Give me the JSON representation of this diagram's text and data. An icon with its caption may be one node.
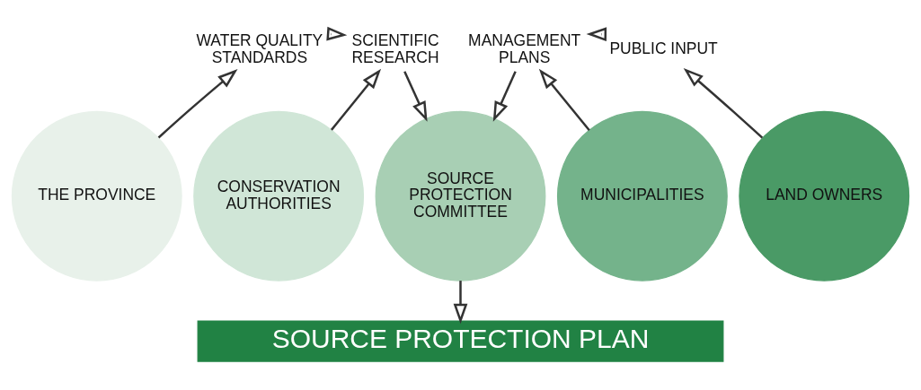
{
  "diagram": {
    "nodes": [
      {
        "text": [
          "WATER QUALITY STANDARDS"
        ]
      },
      {
        "text": [
          "SCIENTIFIC RESEARCH"
        ]
      },
      {
        "text": [
          "MANAGEMENT PLANS"
        ]
      },
      {
        "text": [
          "PUBLIC INPUT"
        ]
      },
      {
        "text": [
          "THE PROVINCE"
        ]
      },
      {
        "text": [
          "CONSERVATION AUTHORITIES"
        ]
      },
      {
        "text": [
          "SOURCE PROTECTION COMMITTEE"
        ]
      },
      {
        "text": [
          "MUNICIPALITIES"
        ]
      },
      {
        "text": [
          "LAND OWNERS"
        ]
      },
      {
        "text": [
          "SOURCE PROTECTION PLAN"
        ]
      }
    ],
    "edges": [
      {
        "from": 0,
        "to": 1,
        "arrow": "to"
      },
      {
        "from": 1,
        "to": 6,
        "arrow": "to"
      },
      {
        "from": 2,
        "to": 6,
        "arrow": "to"
      },
      {
        "from": 3,
        "to": 2,
        "arrow": "to"
      },
      {
        "from": 4,
        "to": 0,
        "arrow": "to"
      },
      {
        "from": 5,
        "to": 1,
        "arrow": "to"
      },
      {
        "from": 7,
        "to": 2,
        "arrow": "to"
      },
      {
        "from": 8,
        "to": 3,
        "arrow": "to"
      },
      {
        "from": 6,
        "to": 9,
        "arrow": "to"
      }
    ]
  }
}
